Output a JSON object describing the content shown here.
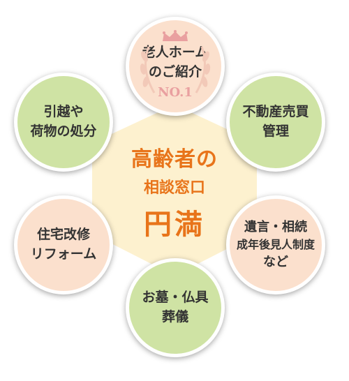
{
  "center": {
    "line1": "高齢者の",
    "line2": "相談窓口",
    "line3": "円満"
  },
  "services": {
    "top": {
      "line1": "老人ホーム",
      "line2": "のご紹介",
      "badge": "NO.1"
    },
    "top_left": {
      "line1": "引越や",
      "line2": "荷物の処分"
    },
    "top_right": {
      "line1": "不動産売買",
      "line2": "管理"
    },
    "bottom_left": {
      "line1": "住宅改修",
      "line2": "リフォーム"
    },
    "bottom_right": {
      "line1": "遺言・相続",
      "line2": "成年後見人制度",
      "line3": "など"
    },
    "bottom": {
      "line1": "お墓・仏具",
      "line2": "葬儀"
    }
  },
  "colors": {
    "accent_orange": "#e8741a",
    "green_circle": "#cfe3a4",
    "peach_circle": "#fbe0cd",
    "hexagon": "#fdf1cf",
    "crown_pink": "#e9a0a0"
  },
  "icons": [
    "crown-icon",
    "laurel-wreath-icon"
  ]
}
